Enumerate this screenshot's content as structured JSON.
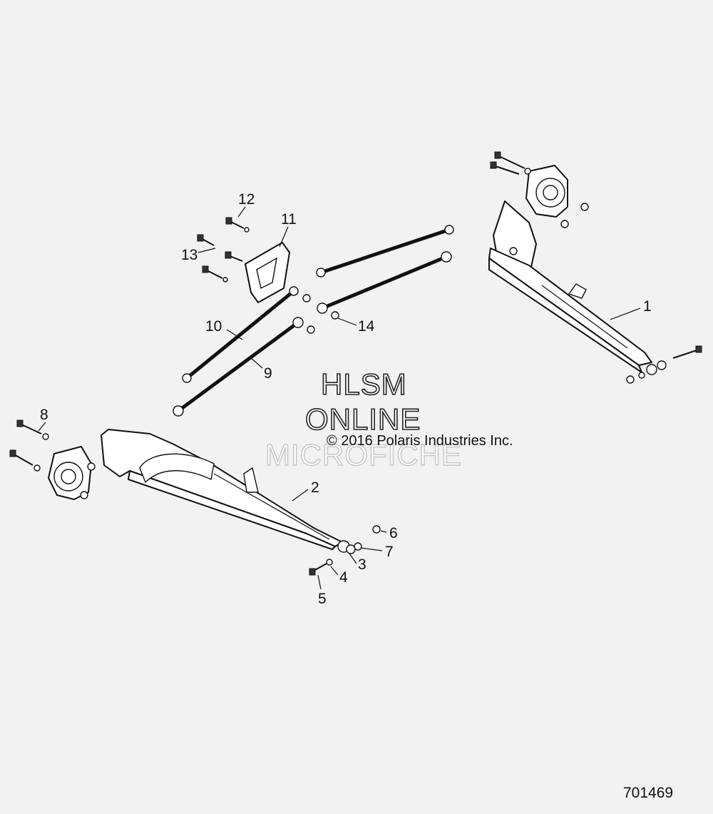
{
  "watermark": {
    "line1": "HLSM",
    "line2": "ONLINE",
    "line3": "MICROFICHE",
    "copyright": "© 2016 Polaris Industries Inc."
  },
  "diagram_number": "701469",
  "callouts": {
    "c1": "1",
    "c2": "2",
    "c3": "3",
    "c4": "4",
    "c5": "5",
    "c6": "6",
    "c7": "7",
    "c8": "8",
    "c9": "9",
    "c10": "10",
    "c11": "11",
    "c12": "12",
    "c13": "13",
    "c14": "14"
  }
}
